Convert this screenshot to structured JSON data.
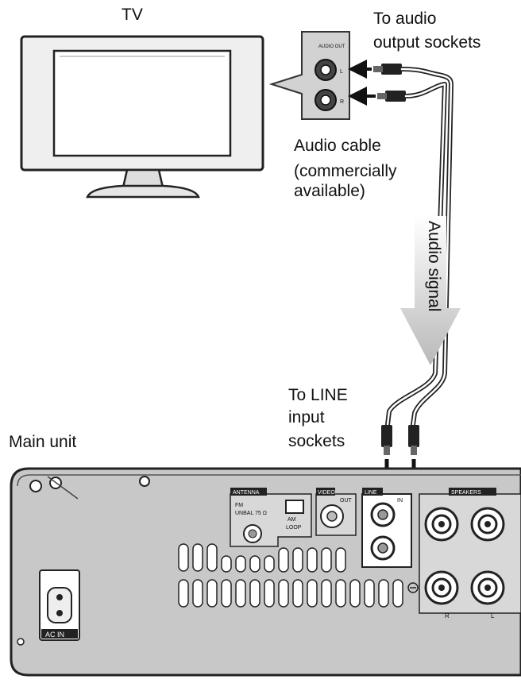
{
  "labels": {
    "tv": "TV",
    "to_audio_output": [
      "To audio",
      "output sockets"
    ],
    "audio_cable": "Audio cable",
    "commercially_available": [
      "(commercially",
      "available)"
    ],
    "audio_signal": "Audio signal",
    "to_line_input": [
      "To LINE",
      "input",
      "sockets"
    ],
    "main_unit": "Main unit"
  },
  "tv_panel": {
    "audio_out": "AUDIO OUT",
    "l": "L",
    "r": "R"
  },
  "rear_panel": {
    "antenna": "ANTENNA",
    "fm": "FM",
    "unbal": "UNBAL 75 Ω",
    "am": "AM",
    "loop": "LOOP",
    "video": "VIDEO",
    "out": "OUT",
    "line": "LINE",
    "in": "IN",
    "speakers": "SPEAKERS",
    "r": "R",
    "l": "L",
    "ac_in": "AC IN"
  }
}
